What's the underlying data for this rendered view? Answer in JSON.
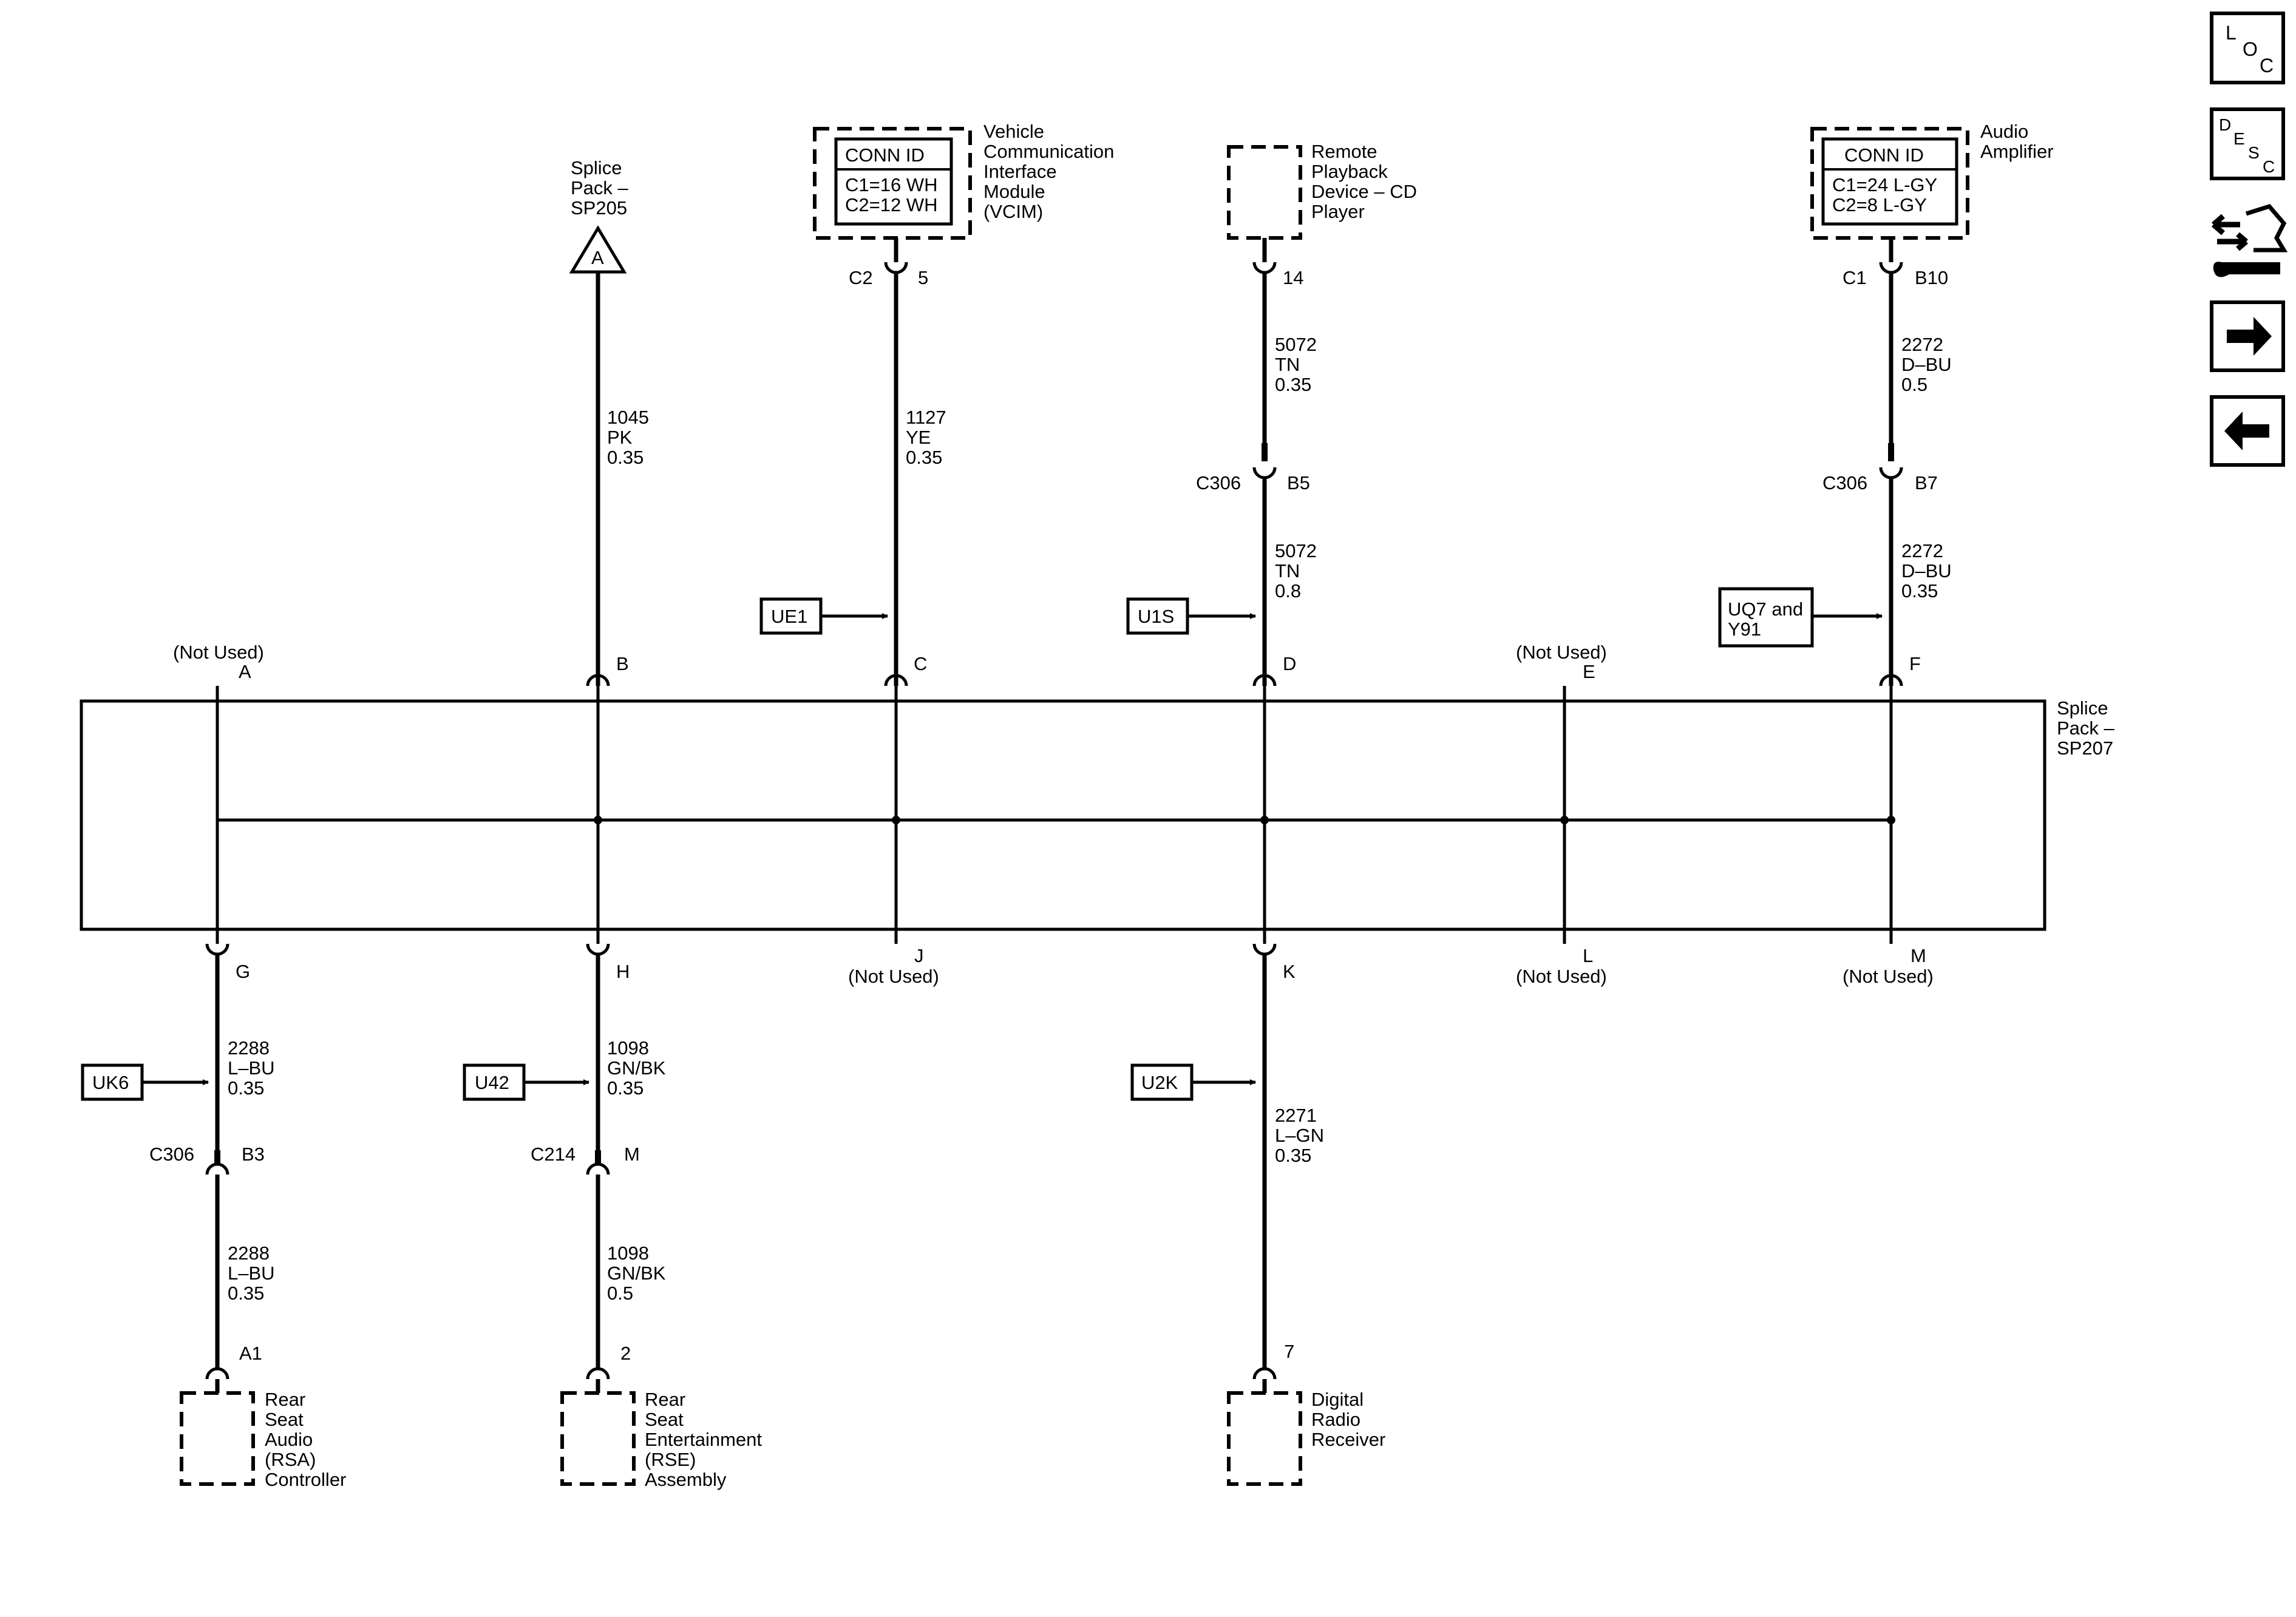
{
  "nav": {
    "loc": [
      "L",
      "O",
      "C"
    ],
    "desc": [
      "D",
      "E",
      "S",
      "C"
    ],
    "icons": [
      "loc-icon",
      "desc-icon",
      "connector-wrench-icon",
      "arrow-right-icon",
      "arrow-left-icon"
    ]
  },
  "splice_pack": {
    "label": [
      "Splice",
      "Pack –",
      "SP207"
    ],
    "not_used": "(Not Used)"
  },
  "components": {
    "sp205": {
      "label": [
        "Splice",
        "Pack –",
        "SP205"
      ],
      "symbol": "A"
    },
    "vcim": {
      "label": [
        "Vehicle",
        "Communication",
        "Interface",
        "Module",
        "(VCIM)"
      ],
      "conn_title": "CONN ID",
      "conn_lines": [
        "C1=16 WH",
        "C2=12 WH"
      ]
    },
    "remote_cd": {
      "label": [
        "Remote",
        "Playback",
        "Device – CD",
        "Player"
      ]
    },
    "amp": {
      "label": [
        "Audio",
        "Amplifier"
      ],
      "conn_title": "CONN ID",
      "conn_lines": [
        "C1=24 L-GY",
        "C2=8 L-GY"
      ]
    },
    "rsa": {
      "label": [
        "Rear",
        "Seat",
        "Audio",
        "(RSA)",
        "Controller"
      ]
    },
    "rse": {
      "label": [
        "Rear",
        "Seat",
        "Entertainment",
        "(RSE)",
        "Assembly"
      ]
    },
    "drr": {
      "label": [
        "Digital",
        "Radio",
        "Receiver"
      ]
    }
  },
  "pins_top": {
    "A": "A",
    "B": "B",
    "C": "C",
    "D": "D",
    "E": "E",
    "F": "F"
  },
  "pins_bottom": {
    "G": "G",
    "H": "H",
    "J": "J",
    "K": "K",
    "L": "L",
    "M": "M"
  },
  "connectors": {
    "vcim_conn": "C2",
    "vcim_pin": "5",
    "cd_pin": "14",
    "c306_d": "C306",
    "c306_d_pin": "B5",
    "amp_conn": "C1",
    "amp_pin": "B10",
    "c306_f": "C306",
    "c306_f_pin": "B7",
    "c306_g": "C306",
    "c306_g_pin": "B3",
    "c214": "C214",
    "c214_pin": "M",
    "rsa_pin": "A1",
    "rse_pin": "2",
    "drr_pin": "7"
  },
  "wires": {
    "b": [
      "1045",
      "PK",
      "0.35"
    ],
    "c": [
      "1127",
      "YE",
      "0.35"
    ],
    "d1": [
      "5072",
      "TN",
      "0.35"
    ],
    "d2": [
      "5072",
      "TN",
      "0.8"
    ],
    "f1": [
      "2272",
      "D–BU",
      "0.5"
    ],
    "f2": [
      "2272",
      "D–BU",
      "0.35"
    ],
    "g1": [
      "2288",
      "L–BU",
      "0.35"
    ],
    "g2": [
      "2288",
      "L–BU",
      "0.35"
    ],
    "h1": [
      "1098",
      "GN/BK",
      "0.35"
    ],
    "h2": [
      "1098",
      "GN/BK",
      "0.5"
    ],
    "k": [
      "2271",
      "L–GN",
      "0.35"
    ]
  },
  "options": {
    "ue1": [
      "UE1"
    ],
    "u1s": [
      "U1S"
    ],
    "uq7": [
      "UQ7 and",
      "Y91"
    ],
    "uk6": [
      "UK6"
    ],
    "u42": [
      "U42"
    ],
    "u2k": [
      "U2K"
    ]
  }
}
